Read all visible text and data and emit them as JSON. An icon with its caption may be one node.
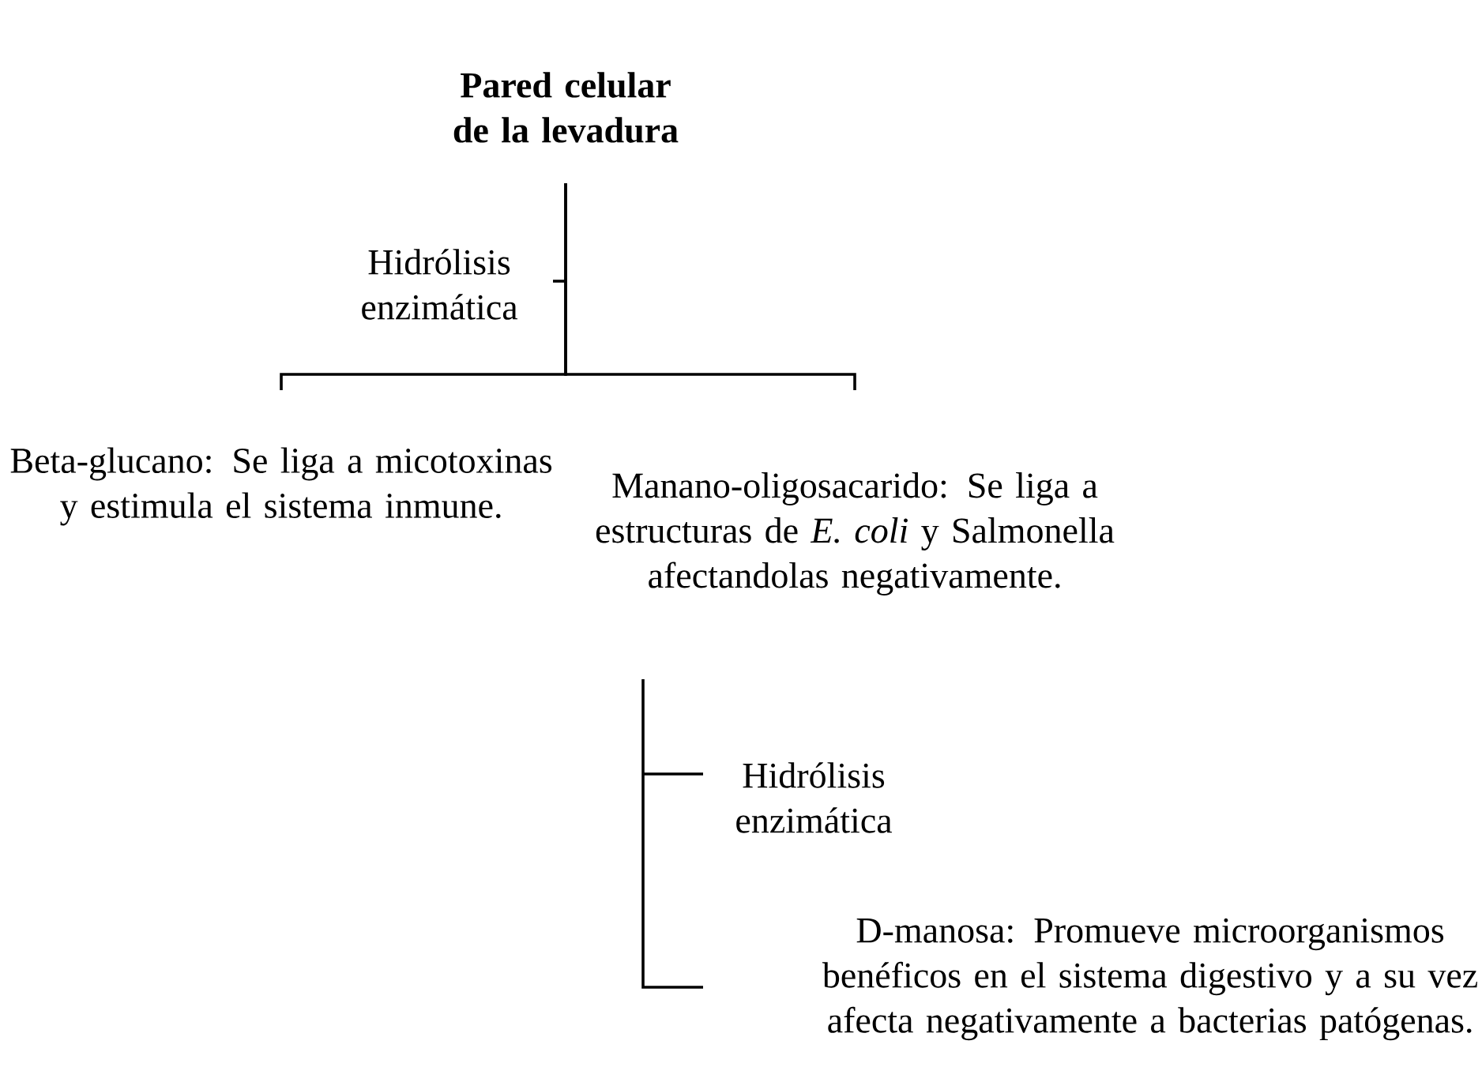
{
  "diagram": {
    "nodes": [
      {
        "text": [
          "Pared celular de la levadura"
        ]
      },
      {
        "text": [
          "Beta-glucano: Se liga a micotoxinas y estimula el sistema inmune."
        ]
      },
      {
        "text": [
          "Manano-oligosacarido: Se liga a estructuras de *E. coli* y Salmonella afectandolas negativamente."
        ]
      },
      {
        "text": [
          "D-manosa: Promueve microorganismos benéficos en el sistema digestivo y a su vez afecta negativamente a bacterias patógenas."
        ]
      }
    ],
    "edges": [
      {
        "from": 0,
        "to": 1,
        "arrow": "none",
        "label": "Hidrólisis enzimática"
      },
      {
        "from": 0,
        "to": 2,
        "arrow": "none"
      },
      {
        "from": 2,
        "to": 3,
        "arrow": "none",
        "label": "Hidrólisis enzimática"
      }
    ]
  }
}
